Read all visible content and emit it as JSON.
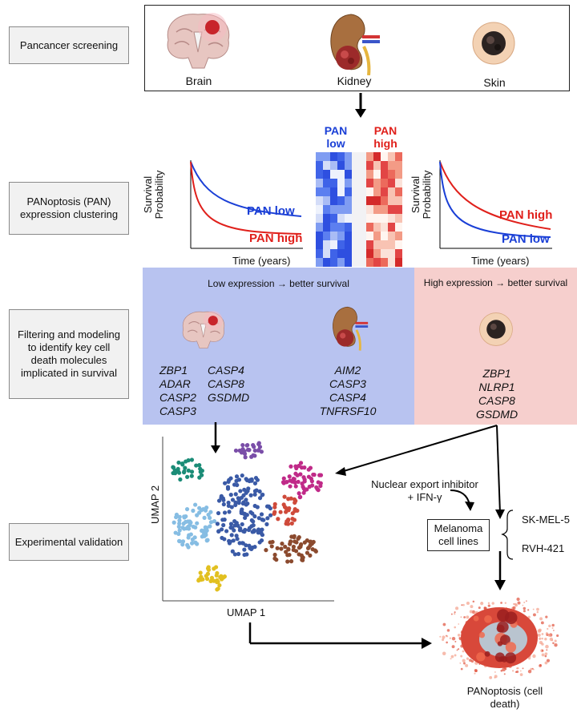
{
  "stages": [
    "Pancancer screening",
    "PANoptosis (PAN) expression clustering",
    "Filtering and modeling to identify key cell death molecules implicated in survival",
    "Experimental validation"
  ],
  "organs": {
    "brain": "Brain",
    "kidney": "Kidney",
    "skin": "Skin"
  },
  "km_left": {
    "ylabel": "Survival Probability",
    "xlabel": "Time (years)",
    "upper": "PAN low",
    "lower": "PAN high"
  },
  "km_right": {
    "ylabel": "Survival Probability",
    "xlabel": "Time (years)",
    "upper": "PAN high",
    "lower": "PAN low"
  },
  "heatmap": {
    "low_label": "PAN low",
    "high_label": "PAN high"
  },
  "low_region": {
    "title": "Low expression → better survival",
    "brain_genes_a": [
      "ZBP1",
      "ADAR",
      "CASP2",
      "CASP3"
    ],
    "brain_genes_b": [
      "CASP4",
      "CASP8",
      "GSDMD"
    ],
    "kidney_genes": [
      "AIM2",
      "CASP3",
      "CASP4",
      "TNFRSF10"
    ]
  },
  "high_region": {
    "title": "High expression → better survival",
    "skin_genes": [
      "ZBP1",
      "NLRP1",
      "CASP8",
      "GSDMD"
    ]
  },
  "umap": {
    "xlabel": "UMAP 1",
    "ylabel": "UMAP 2"
  },
  "validation": {
    "treatment": "Nuclear export inhibitor + IFN-γ",
    "box": "Melanoma cell lines",
    "lines": [
      "SK-MEL-5",
      "RVH-421"
    ],
    "outcome": "PANoptosis (cell death)"
  },
  "colors": {
    "pan_low": "#1a3fd6",
    "pan_high": "#e0201b",
    "low_bg": "#b8c3f0",
    "high_bg": "#f6cfcd"
  }
}
